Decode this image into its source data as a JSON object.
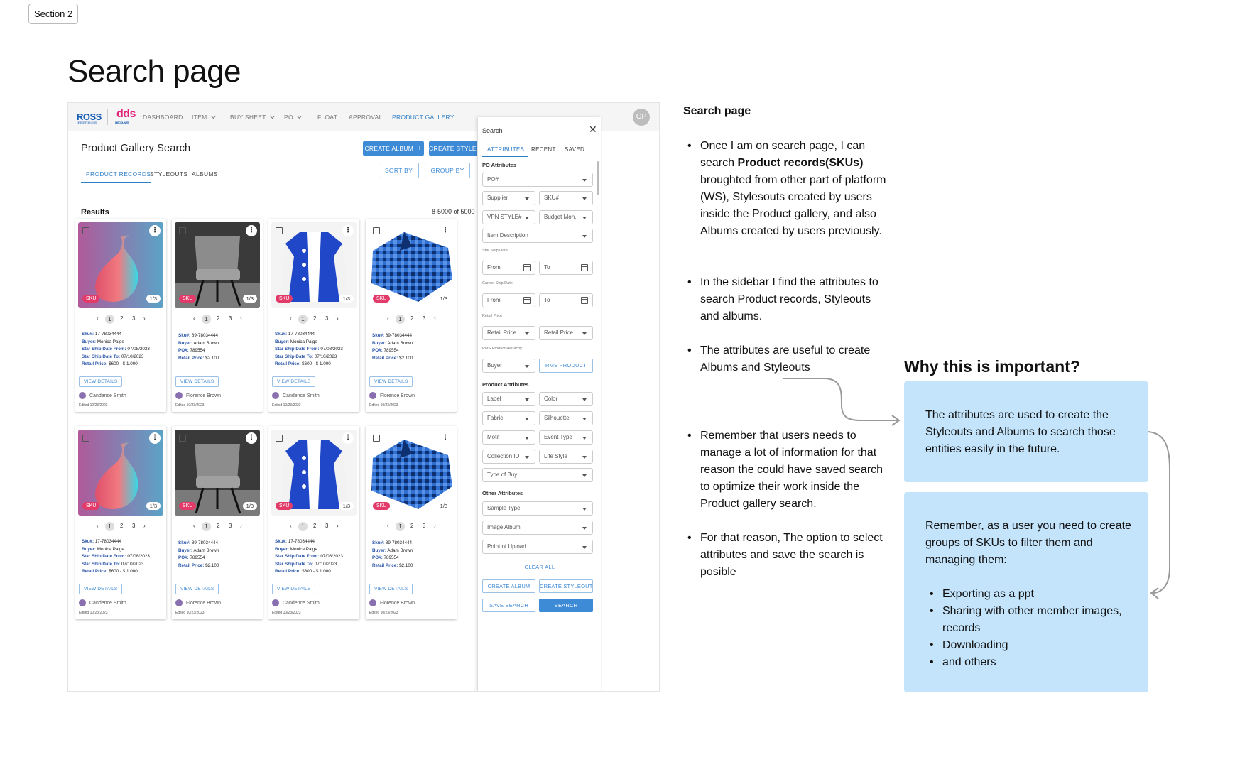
{
  "section_tag": "Section 2",
  "board_title": "Search page",
  "app": {
    "nav": {
      "logo_ross": "ROSS",
      "logo_ross_tagline": "DRESS FOR LESS",
      "logo_dds": "dds",
      "logo_dds_tagline": "DISCOUNTS",
      "items": [
        "DASHBOARD",
        "ITEM",
        "BUY SHEET",
        "PO",
        "FLOAT",
        "APPROVAL",
        "PRODUCT GALLERY"
      ],
      "avatar_initials": "OP"
    },
    "page_title": "Product Gallery Search",
    "create_album": "CREATE ALBUM",
    "create_styleout": "CREATE STYLEOUT",
    "tabs": [
      "PRODUCT RECORDS",
      "STYLEOUTS",
      "ALBUMS"
    ],
    "sort_by": "SORT BY",
    "group_by": "GROUP BY",
    "results_label": "Results",
    "results_count": "8-5000 of 5000",
    "cards": [
      {
        "badge": "SKU",
        "count": "1/3",
        "pages": [
          "1",
          "2",
          "3"
        ],
        "sku_label": "Sku#:",
        "sku": " 17-78034444",
        "buyer_label": "Buyer:",
        "buyer": " Monica Paige",
        "f3_label": "Star Ship Date From:",
        "f3": " 07/08/2023",
        "f4_label": "Star Ship Date To:",
        "f4": " 07/10/2023",
        "f5_label": "Retail Price:",
        "f5": " $600 - $ 1.000",
        "view": "VIEW DETAILS",
        "owner": "Candence Smith",
        "edited": "Edited 10/23/2023"
      },
      {
        "badge": "SKU",
        "count": "1/3",
        "pages": [
          "1",
          "2",
          "3"
        ],
        "sku_label": "Sku#:",
        "sku": " 89-78034444",
        "buyer_label": "Buyer:",
        "buyer": " Adam Brown",
        "f3_label": "PO#:",
        "f3": " 789554",
        "f4_label": "Retail Price:",
        "f4": " $2.100",
        "f5_label": "",
        "f5": "",
        "view": "VIEW DETAILS",
        "owner": "Florence Brown",
        "edited": "Edited 10/23/2023"
      },
      {
        "badge": "SKU",
        "count": "1/3",
        "pages": [
          "1",
          "2",
          "3"
        ],
        "sku_label": "Sku#:",
        "sku": " 17-78034444",
        "buyer_label": "Buyer:",
        "buyer": " Monica Paige",
        "f3_label": "Star Ship Date From:",
        "f3": " 07/08/2023",
        "f4_label": "Star Ship Date To:",
        "f4": " 07/10/2023",
        "f5_label": "Retail Price:",
        "f5": " $600 - $ 1.000",
        "view": "VIEW DETAILS",
        "owner": "Candence Smith",
        "edited": "Edited 10/23/2023"
      },
      {
        "badge": "SKU",
        "count": "1/3",
        "pages": [
          "1",
          "2",
          "3"
        ],
        "sku_label": "Sku#:",
        "sku": " 89-78034444",
        "buyer_label": "Buyer:",
        "buyer": " Adam Brown",
        "f3_label": "PO#:",
        "f3": " 789554",
        "f4_label": "Retail Price:",
        "f4": " $2.100",
        "f5_label": "",
        "f5": "",
        "view": "VIEW DETAILS",
        "owner": "Florence Brown",
        "edited": "Edited 10/23/2023"
      },
      {
        "badge": "SKU",
        "count": "1/3",
        "pages": [
          "1",
          "2",
          "3"
        ],
        "sku_label": "Sku#:",
        "sku": " 17-78034444",
        "buyer_label": "Buyer:",
        "buyer": " Monica Paige",
        "f3_label": "Star Ship Date From:",
        "f3": " 07/08/2023",
        "f4_label": "Star Ship Date To:",
        "f4": " 07/10/2023",
        "f5_label": "Retail Price:",
        "f5": " $600 - $ 1.000",
        "view": "VIEW DETAILS",
        "owner": "Candence Smith",
        "edited": "Edited 10/23/2023"
      },
      {
        "badge": "SKU",
        "count": "1/3",
        "pages": [
          "1",
          "2",
          "3"
        ],
        "sku_label": "Sku#:",
        "sku": " 89-78034444",
        "buyer_label": "Buyer:",
        "buyer": " Adam Brown",
        "f3_label": "PO#:",
        "f3": " 789554",
        "f4_label": "Retail Price:",
        "f4": " $2.100",
        "f5_label": "",
        "f5": "",
        "view": "VIEW DETAILS",
        "owner": "Florence Brown",
        "edited": "Edited 10/23/2023"
      },
      {
        "badge": "SKU",
        "count": "1/3",
        "pages": [
          "1",
          "2",
          "3"
        ],
        "sku_label": "Sku#:",
        "sku": " 17-78034444",
        "buyer_label": "Buyer:",
        "buyer": " Monica Paige",
        "f3_label": "Star Ship Date From:",
        "f3": " 07/08/2023",
        "f4_label": "Star Ship Date To:",
        "f4": " 07/10/2023",
        "f5_label": "Retail Price:",
        "f5": " $600 - $ 1.000",
        "view": "VIEW DETAILS",
        "owner": "Candence Smith",
        "edited": "Edited 10/23/2023"
      },
      {
        "badge": "SKU",
        "count": "1/3",
        "pages": [
          "1",
          "2",
          "3"
        ],
        "sku_label": "Sku#:",
        "sku": " 89-78034444",
        "buyer_label": "Buyer:",
        "buyer": " Adam Brown",
        "f3_label": "PO#:",
        "f3": " 789554",
        "f4_label": "Retail Price:",
        "f4": " $2.100",
        "f5_label": "",
        "f5": "",
        "view": "VIEW DETAILS",
        "owner": "Florence Brown",
        "edited": "Edited 10/23/2023"
      }
    ],
    "search": {
      "title": "Search",
      "tabs": [
        "ATTRIBUTES",
        "RECENT",
        "SAVED"
      ],
      "po_attributes": "PO Attributes",
      "po_num": "PO#",
      "supplier": "Supplier",
      "sku_num": "SKU#",
      "vpn_style": "VPN STYLE#",
      "budget_mon": "Budget Mon..",
      "item_description": "Item Description",
      "star_ship_date": "Star Ship Date",
      "from": "From",
      "to": "To",
      "cancel_ship_date": "Cancel Ship Date",
      "retail_price_label": "Retail Price",
      "retail_price": "Retail Price",
      "rms_hierarchy": "RMS Product Hierachy",
      "buyer": "Buyer",
      "rms_product": "RMS PRODUCT",
      "product_attributes": "Product Attributes",
      "label": "Label",
      "color": "Color",
      "fabric": "Fabric",
      "silhouette": "Silhouette",
      "motif": "Motif",
      "event_type": "Event Type",
      "collection_id": "Collection ID",
      "life_style": "Life Style",
      "type_of_buy": "Type of Buy",
      "other_attributes": "Other Attributes",
      "sample_type": "Sample Type",
      "image_album": "Image Album",
      "point_of_upload": "Point of Upload",
      "clear_all": "CLEAR ALL",
      "create_album": "CREATE ALBUM",
      "create_styleout": "CREATE STYLEOUT",
      "save_search": "SAVE SEARCH",
      "search_btn": "SEARCH"
    }
  },
  "notes": {
    "title": "Search page",
    "n1_pre": "Once I am on search page, I can search ",
    "n1_bold": "Product records(SKUs)",
    "n1_post": " broughted from other part of platform (WS), Stylesouts created by users inside the Product gallery, and also Albums created by users previously.",
    "n2": "In the sidebar I find the attributes to search Product records, Styleouts and albums.",
    "n3": "The attributes are useful to create Albums and Styleouts",
    "n4": "Remember that users needs to manage a lot of information for that reason the could have saved search to optimize their work inside the Product gallery search.",
    "n5": "For that reason, The option to select attributes and save the search is posible"
  },
  "why": {
    "title": "Why this is important?",
    "box1": "The attributes are used to create the Styleouts and Albums to search those entities easily in the future.",
    "box2_intro": "Remember,  as a user you need to create groups of SKUs to filter them and managing them:",
    "box2_items": [
      "Exporting as a ppt",
      "Sharing with other member images, records",
      "Downloading",
      "and others"
    ]
  },
  "colors": {
    "accent": "#3d8ad6",
    "sku_badge": "#e23b6a",
    "note_box": "#c4e4fb"
  }
}
